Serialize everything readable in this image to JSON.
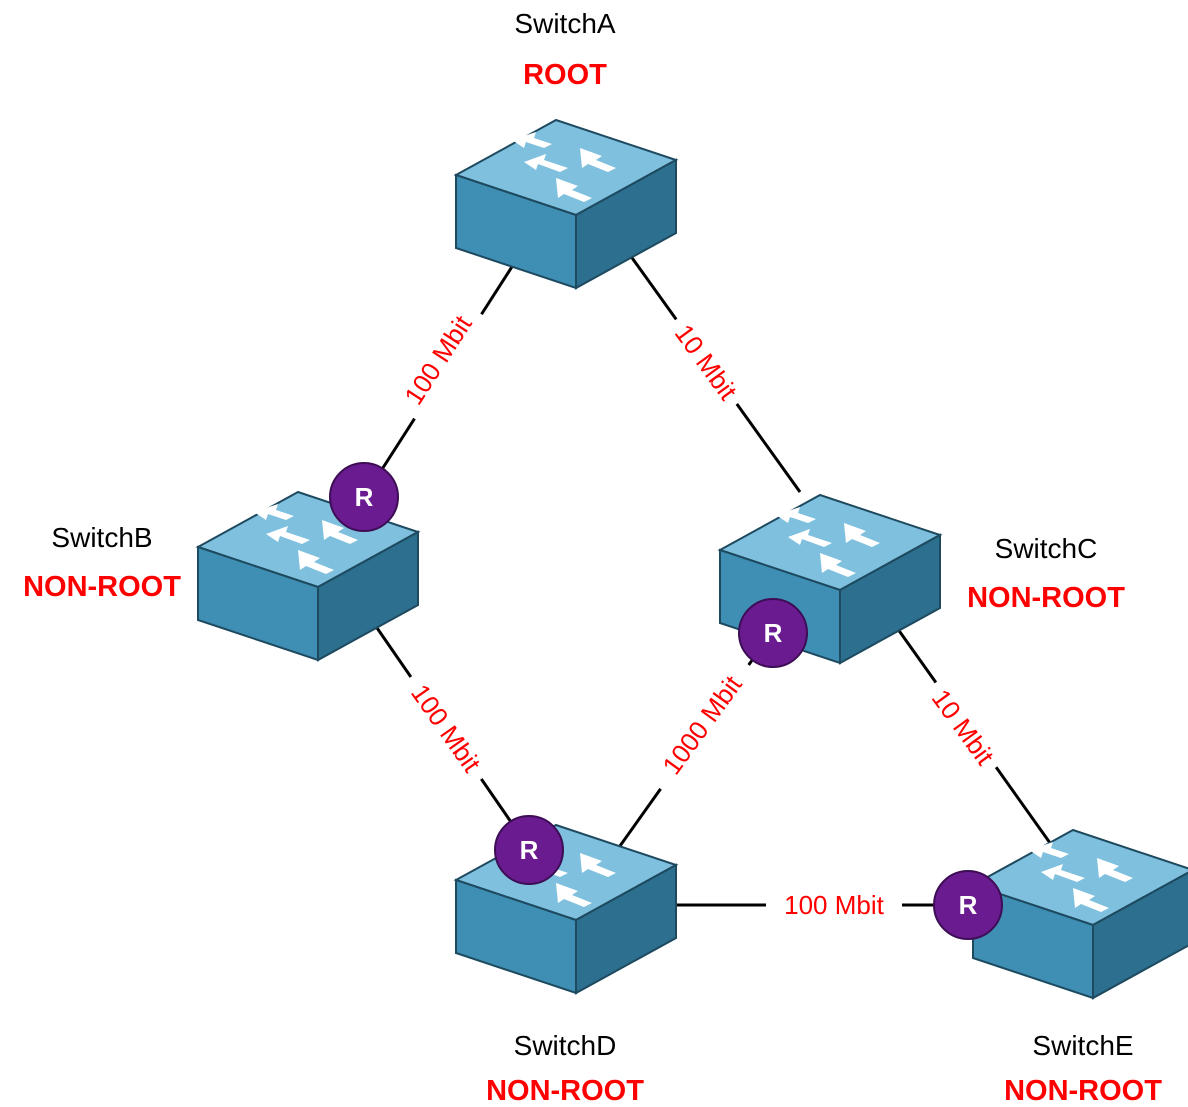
{
  "switches": {
    "a": {
      "name": "SwitchA",
      "role": "ROOT"
    },
    "b": {
      "name": "SwitchB",
      "role": "NON-ROOT"
    },
    "c": {
      "name": "SwitchC",
      "role": "NON-ROOT"
    },
    "d": {
      "name": "SwitchD",
      "role": "NON-ROOT"
    },
    "e": {
      "name": "SwitchE",
      "role": "NON-ROOT"
    }
  },
  "links": {
    "a_b": "100 Mbit",
    "a_c": "10 Mbit",
    "b_d": "100 Mbit",
    "c_d": "1000 Mbit",
    "c_e": "10 Mbit",
    "d_e": "100 Mbit"
  },
  "root_port_badge": "R",
  "colors": {
    "role_text": "#ff0000",
    "link_label": "#ff0000",
    "badge_fill": "#6a1b8f",
    "switch_top": "#7fc0de",
    "switch_front": "#3f8fb5",
    "switch_side": "#2c6f8f"
  }
}
